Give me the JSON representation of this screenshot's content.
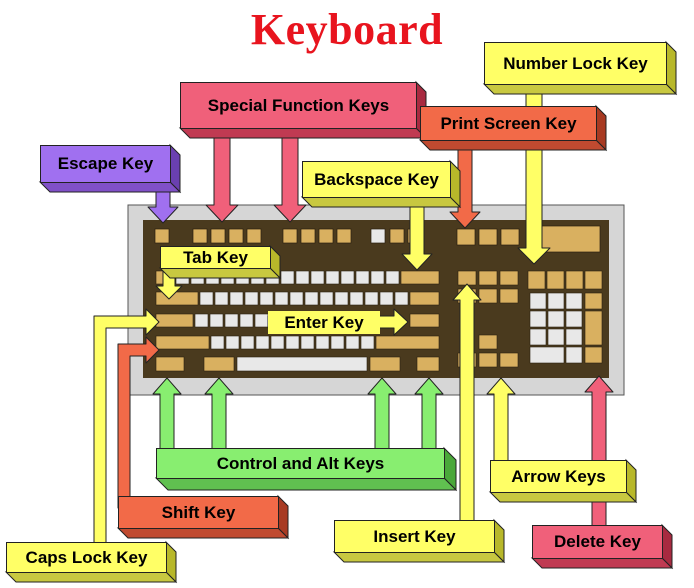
{
  "title": "Keyboard",
  "colors": {
    "title": "#e8141e",
    "yellow": "#ffff66",
    "pink": "#f0607a",
    "orange": "#f26a48",
    "purple": "#a070f0",
    "green": "#88ee70",
    "keyboard_case": "#cfcfcf",
    "panel": "#4a3a1e",
    "function_key": "#d9b060",
    "char_key": "#e8e8e8"
  },
  "labels": {
    "number_lock": "Number Lock Key",
    "special_function": "Special Function Keys",
    "print_screen": "Print Screen Key",
    "escape": "Escape Key",
    "backspace": "Backspace Key",
    "tab": "Tab Key",
    "enter": "Enter Key",
    "control_alt": "Control and Alt Keys",
    "arrow": "Arrow Keys",
    "shift": "Shift Key",
    "insert": "Insert Key",
    "delete": "Delete Key",
    "caps_lock": "Caps Lock Key"
  }
}
